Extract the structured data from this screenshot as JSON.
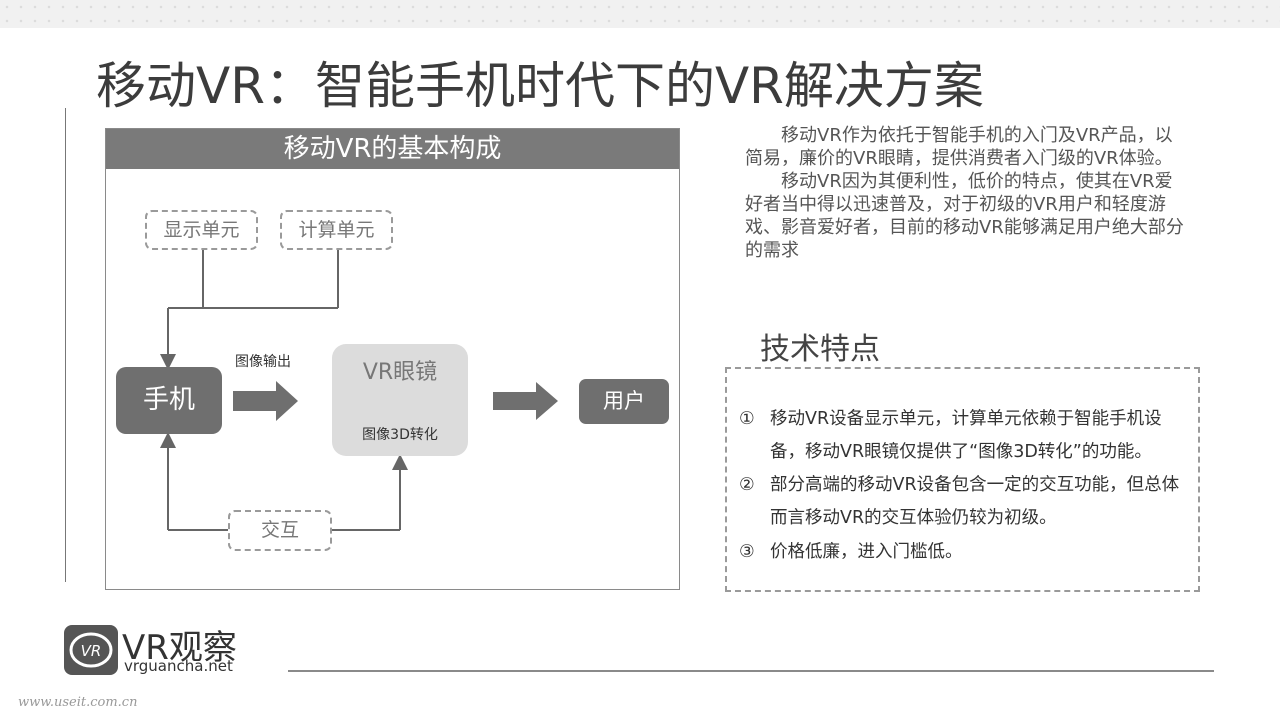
{
  "title": "移动VR：智能手机时代下的VR解决方案",
  "diagram": {
    "header": "移动VR的基本构成",
    "display_unit": "显示单元",
    "compute_unit": "计算单元",
    "phone": "手机",
    "image_output": "图像输出",
    "vr_glasses": "VR眼镜",
    "image_3d": "图像3D转化",
    "user": "用户",
    "interaction": "交互"
  },
  "description": {
    "p1": "移动VR作为依托于智能手机的入门及VR产品，以简易，廉价的VR眼睛，提供消费者入门级的VR体验。",
    "p2": "移动VR因为其便利性，低价的特点，使其在VR爱好者当中得以迅速普及，对于初级的VR用户和轻度游戏、影音爱好者，目前的移动VR能够满足用户绝大部分的需求"
  },
  "tech": {
    "title": "技术特点",
    "items": [
      {
        "num": "①",
        "text": "移动VR设备显示单元，计算单元依赖于智能手机设备，移动VR眼镜仅提供了“图像3D转化”的功能。"
      },
      {
        "num": "②",
        "text": "部分高端的移动VR设备包含一定的交互功能，但总体而言移动VR的交互体验仍较为初级。"
      },
      {
        "num": "③",
        "text": "价格低廉，进入门槛低。"
      }
    ]
  },
  "logo": {
    "name": "VR观察",
    "url": "vrguancha.net"
  },
  "watermark": "www.useit.com.cn",
  "colors": {
    "panel_header": "#7a7a7a",
    "phone_box": "#6f6f6f",
    "vr_box": "#dcdcdc",
    "arrow": "#6f6f6f",
    "line": "#666666"
  }
}
